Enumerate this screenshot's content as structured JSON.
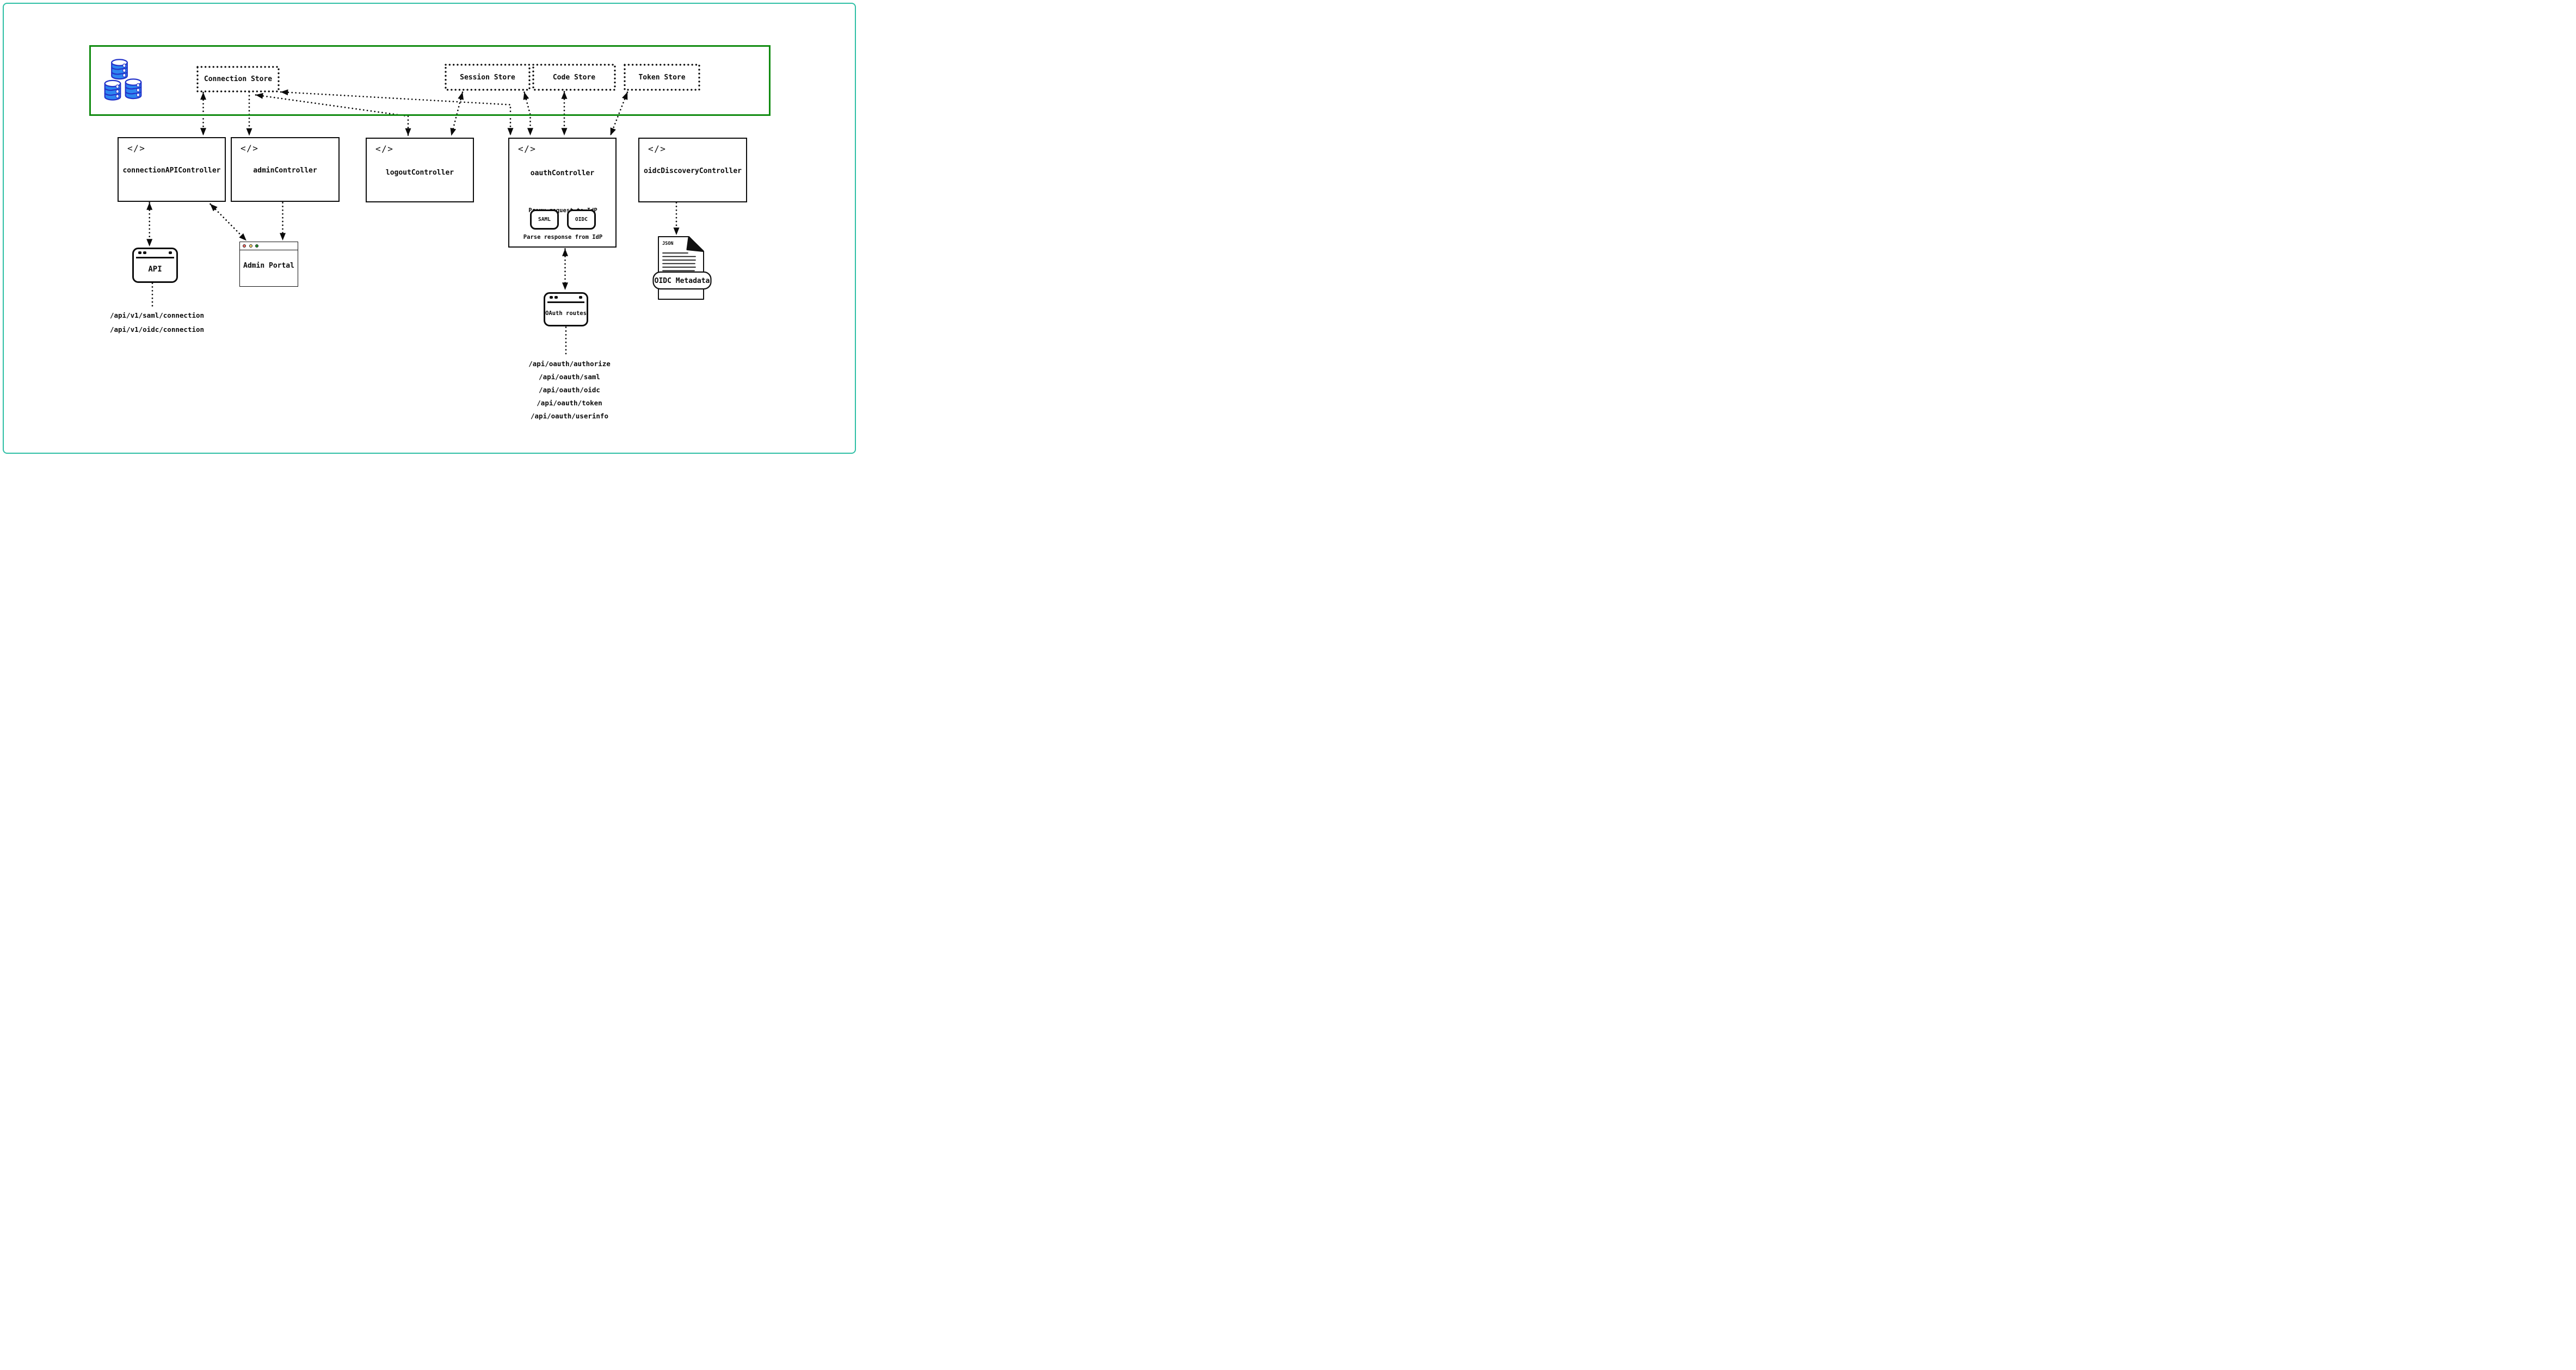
{
  "stores": [
    {
      "label": "Connection Store"
    },
    {
      "label": "Session Store"
    },
    {
      "label": "Code Store"
    },
    {
      "label": "Token Store"
    }
  ],
  "controllers": {
    "connection_api": {
      "label": "connectionAPIController"
    },
    "admin": {
      "label": "adminController"
    },
    "logout": {
      "label": "logoutController"
    },
    "oauth": {
      "label": "oauthController",
      "proxy": "Proxy request to IdP",
      "parse": "Parse response from IdP",
      "saml": "SAML",
      "oidc": "OIDC"
    },
    "oidc_discovery": {
      "label": "oidcDiscoveryController"
    }
  },
  "clients": {
    "api": {
      "label": "API"
    },
    "admin_portal": {
      "label": "Admin Portal"
    },
    "oauth_routes": {
      "label": "OAuth routes"
    },
    "oidc_metadata": {
      "file_type": "JSON",
      "label": "OIDC Metadata"
    }
  },
  "routes": {
    "connection_api": [
      "/api/v1/saml/connection",
      "/api/v1/oidc/connection"
    ],
    "oauth": [
      "/api/oauth/authorize",
      "/api/oauth/saml",
      "/api/oauth/oidc",
      "/api/oauth/token",
      "/api/oauth/userinfo"
    ]
  },
  "icons": {
    "code_glyph": "</>"
  },
  "colors": {
    "frame_border": "#2ebfa5",
    "store_zone_border": "#118b11",
    "database_fill": "#2e86f0",
    "database_stroke": "#2433c9",
    "ink": "#0b0b0b",
    "traffic_red": "#f56b65",
    "traffic_yellow": "#f5d16b",
    "traffic_green": "#1f9227"
  }
}
